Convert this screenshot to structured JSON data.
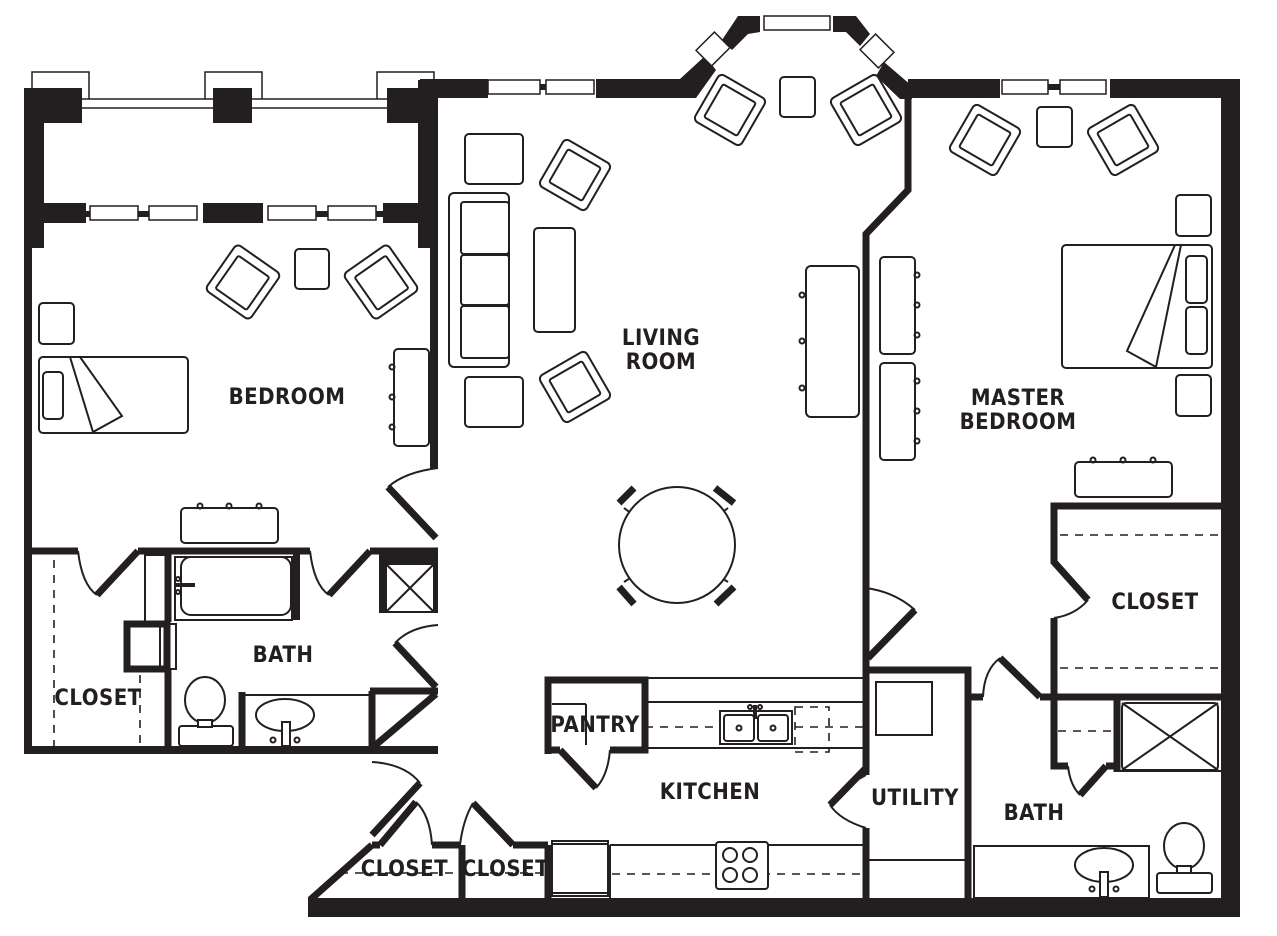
{
  "plan": {
    "colors": {
      "wall": "#231f20",
      "background": "#ffffff"
    },
    "rooms": {
      "bedroom": {
        "label": "BEDROOM"
      },
      "living_room": {
        "line1": "LIVING",
        "line2": "ROOM"
      },
      "master_bedroom": {
        "line1": "MASTER",
        "line2": "BEDROOM"
      },
      "bath_left": {
        "label": "BATH"
      },
      "closet_left": {
        "label": "CLOSET"
      },
      "closet_master": {
        "label": "CLOSET"
      },
      "pantry": {
        "label": "PANTRY"
      },
      "kitchen": {
        "label": "KITCHEN"
      },
      "utility": {
        "label": "UTILITY"
      },
      "bath_master": {
        "label": "BATH"
      },
      "closet_entry_1": {
        "label": "CLOSET"
      },
      "closet_entry_2": {
        "label": "CLOSET"
      }
    }
  }
}
